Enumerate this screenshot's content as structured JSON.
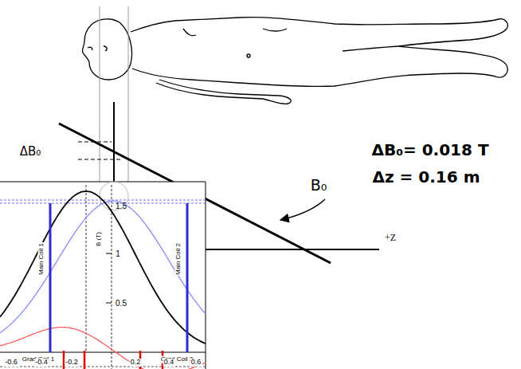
{
  "diagram": {
    "labels": [
      "ΔB₀",
      "B₀",
      "+Z",
      "ΔB₀= 0.018 T",
      "Δz = 0.16 m",
      "B (T)",
      "Main Coil 1",
      "Main Coil 2",
      "Grad Coil 1",
      "Grad Coil 2",
      "1.5",
      "1",
      "0.5",
      "-0.6",
      "-0.4",
      "-0.2",
      "0.2",
      "0.4",
      "0.6"
    ]
  }
}
